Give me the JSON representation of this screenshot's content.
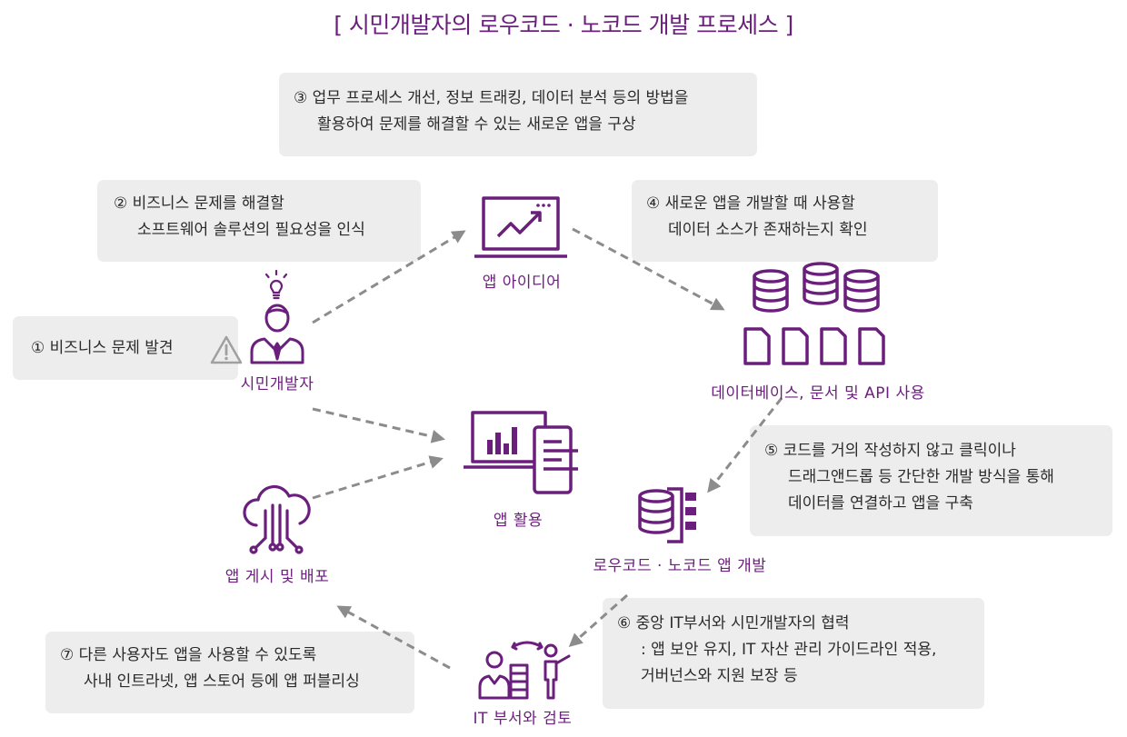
{
  "title": "[ 시민개발자의 로우코드 · 노코드 개발 프로세스 ]",
  "steps": [
    {
      "line1": "① 비즈니스 문제 발견",
      "line2": ""
    },
    {
      "line1": "② 비즈니스 문제를 해결할",
      "line2": "소프트웨어 솔루션의 필요성을 인식"
    },
    {
      "line1": "③ 업무 프로세스 개선, 정보 트래킹, 데이터 분석 등의 방법을",
      "line2": "활용하여 문제를 해결할 수 있는 새로운 앱을 구상"
    },
    {
      "line1": "④ 새로운 앱을 개발할 때 사용할",
      "line2": "데이터 소스가 존재하는지 확인"
    },
    {
      "line1": "⑤ 코드를 거의 작성하지 않고 클릭이나",
      "line2": "드래그앤드롭 등 간단한 개발 방식을 통해",
      "line3": "데이터를 연결하고 앱을 구축"
    },
    {
      "line1": "⑥ 중앙 IT부서와 시민개발자의 협력",
      "line2": ": 앱 보안 유지, IT 자산 관리 가이드라인 적용,",
      "line3": "거버넌스와 지원 보장 등"
    },
    {
      "line1": "⑦ 다른 사용자도 앱을 사용할 수 있도록",
      "line2": "사내 인트라넷, 앱 스토어 등에 앱 퍼블리싱"
    }
  ],
  "labels": {
    "citizen_dev": "시민개발자",
    "app_idea": "앱 아이디어",
    "data_sources": "데이터베이스, 문서 및 API 사용",
    "lowcode_dev": "로우코드 · 노코드 앱 개발",
    "it_review": "IT 부서와 검토",
    "app_deploy": "앱 게시 및 배포",
    "app_use": "앱 활용"
  },
  "colors": {
    "accent": "#6b1f7c",
    "box_bg": "#ededed",
    "arrow": "#8c8c8c",
    "warn": "#a0a0a0"
  },
  "icons": [
    "lightbulb-icon",
    "warning-icon",
    "person-icon",
    "chart-monitor-icon",
    "database-icon",
    "document-icon",
    "cloud-icon",
    "laptop-phone-icon",
    "it-review-icon"
  ]
}
